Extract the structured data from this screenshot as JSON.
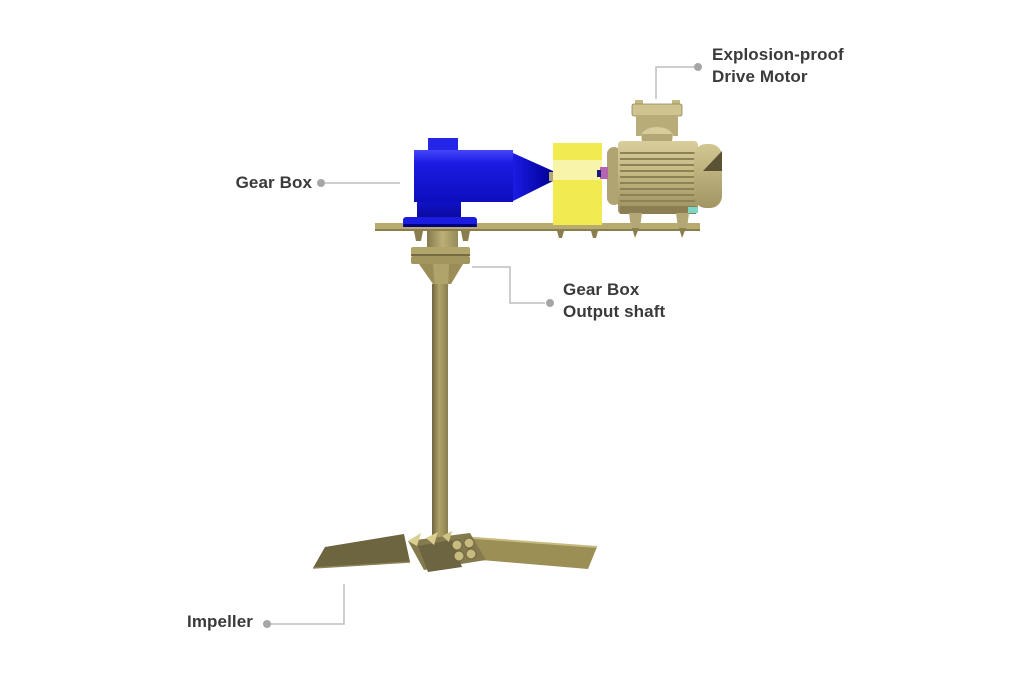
{
  "figure": {
    "title": "Agitator / mixer component diagram",
    "background": "#ffffff",
    "labels": {
      "drive_motor": {
        "lines": [
          "Explosion-proof",
          "Drive Motor"
        ]
      },
      "gear_box": {
        "text": "Gear Box"
      },
      "output_shaft": {
        "lines": [
          "Gear Box",
          "Output shaft"
        ]
      },
      "impeller": {
        "text": "Impeller"
      }
    },
    "colors": {
      "label_text": "#3a3a3a",
      "leader_line": "#bdbdbd",
      "leader_dot": "#a6a6a6",
      "gearbox_blue": "#1515dd",
      "gearbox_blue_dark": "#0b0bb0",
      "guard_yellow": "#f2ea51",
      "guard_yellow_light": "#f8f4a9",
      "motor_khaki": "#c4b883",
      "motor_khaki_dark": "#8d8156",
      "plate_tan": "#b7ab70",
      "shaft_tan": "#a89c64",
      "impeller_olive_dark": "#6d6440",
      "impeller_olive": "#9b8f56",
      "teal_accent": "#7ad8c8",
      "magenta_stub": "#b565b0"
    }
  }
}
